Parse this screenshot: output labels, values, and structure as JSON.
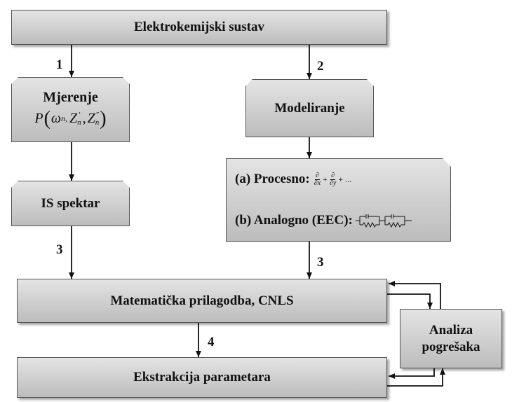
{
  "boxes": {
    "system": "Elektrokemijski sustav",
    "measurement_title": "Mjerenje",
    "measurement_formula": {
      "p": "P",
      "omega": "ω",
      "n1": "n,",
      "z1": "Z",
      "p1": "′",
      "n2": "n",
      "comma": ",",
      "z2": "Z",
      "p2": "″",
      "n3": "n"
    },
    "modeling": "Modeliranje",
    "process_label": "(a) Procesno:",
    "process_formula": {
      "d": "∂",
      "dx": "∂x",
      "dy": "∂y",
      "plus": "+",
      "tail": "+ ..."
    },
    "analog_label": "(b) Analogno (EEC):",
    "is_spectrum": "IS spektar",
    "fitting": "Matematička prilagodba, CNLS",
    "error_analysis_line1": "Analiza",
    "error_analysis_line2": "pogrešaka",
    "extraction": "Ekstrakcija parametara"
  },
  "edge_labels": {
    "step1": "1",
    "step2": "2",
    "step3_left": "3",
    "step3_right": "3",
    "step4": "4"
  },
  "icons": {
    "eec": "eec-circuit-icon"
  }
}
